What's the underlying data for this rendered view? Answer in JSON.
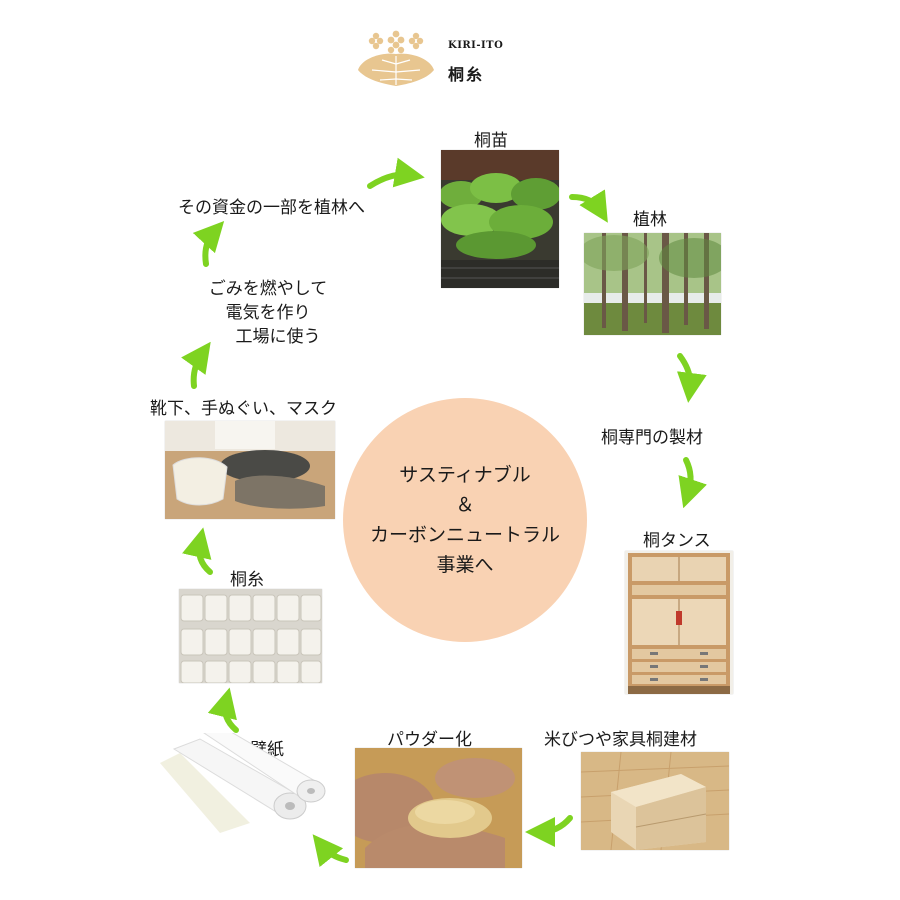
{
  "brand": {
    "name_en": "KIRI-ITO",
    "name_jp": "桐糸",
    "emblem_color": "#e8c690"
  },
  "center": {
    "lines": [
      "サスティナブル",
      "＆",
      "カーボンニュートラル",
      "事業へ"
    ],
    "color": "#f9d2b3"
  },
  "steps": {
    "seedling": "桐苗",
    "forest": "植林",
    "lumber": "桐専門の製材",
    "tansu": "桐タンス",
    "furniture": "米びつや家具桐建材",
    "powder": "パウダー化",
    "wallpaper": "壁紙",
    "yarn": "桐糸",
    "products": "靴下、手ぬぐい、マスク",
    "energy": [
      "ごみを燃やして",
      "電気を作り",
      "工場に使う"
    ],
    "funding": "その資金の一部を植林へ"
  },
  "icons": {
    "arrow": "green-curved-arrow-icon",
    "arrow_color": "#7ed321",
    "emblem": "paulownia-crest-icon"
  }
}
